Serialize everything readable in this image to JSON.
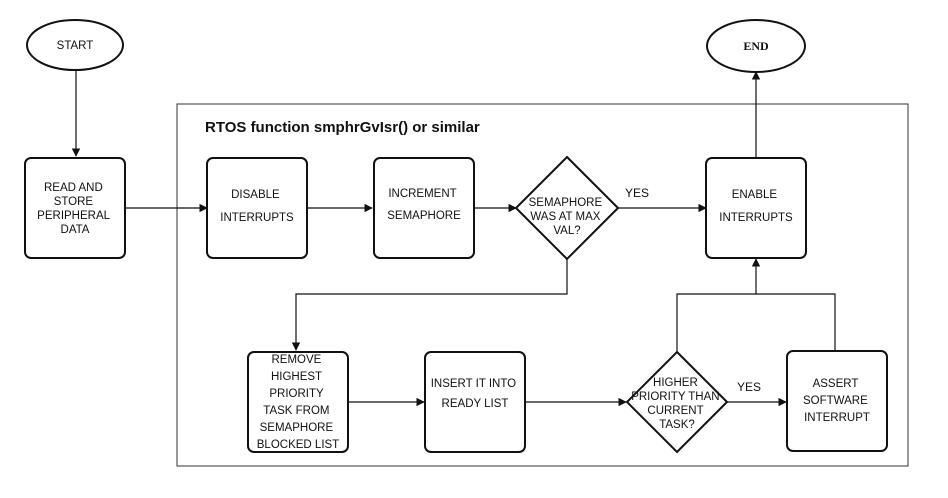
{
  "group": {
    "title": "RTOS function smphrGvIsr() or similar"
  },
  "nodes": {
    "start": {
      "text": "START"
    },
    "end": {
      "text": "END"
    },
    "read_store": {
      "lines": [
        "READ AND",
        "STORE",
        "PERIPHERAL",
        "DATA"
      ]
    },
    "disable_interrupts": {
      "lines": [
        "DISABLE",
        "INTERRUPTS"
      ]
    },
    "increment_semaphore": {
      "lines": [
        "INCREMENT",
        "SEMAPHORE"
      ]
    },
    "semaphore_max_decision": {
      "lines": [
        "SEMAPHORE",
        "WAS AT MAX",
        "VAL?"
      ]
    },
    "enable_interrupts": {
      "lines": [
        "ENABLE",
        "INTERRUPTS"
      ]
    },
    "remove_task": {
      "lines": [
        "REMOVE",
        "HIGHEST",
        "PRIORITY",
        "TASK FROM",
        "SEMAPHORE",
        "BLOCKED LIST"
      ]
    },
    "insert_ready": {
      "lines": [
        "INSERT IT INTO",
        "READY LIST"
      ]
    },
    "priority_decision": {
      "lines": [
        "HIGHER",
        "PRIORITY THAN",
        "CURRENT",
        "TASK?"
      ]
    },
    "assert_interrupt": {
      "lines": [
        "ASSERT",
        "SOFTWARE",
        "INTERRUPT"
      ]
    }
  },
  "edge_labels": {
    "semaphore_yes": "YES",
    "priority_yes": "YES"
  }
}
